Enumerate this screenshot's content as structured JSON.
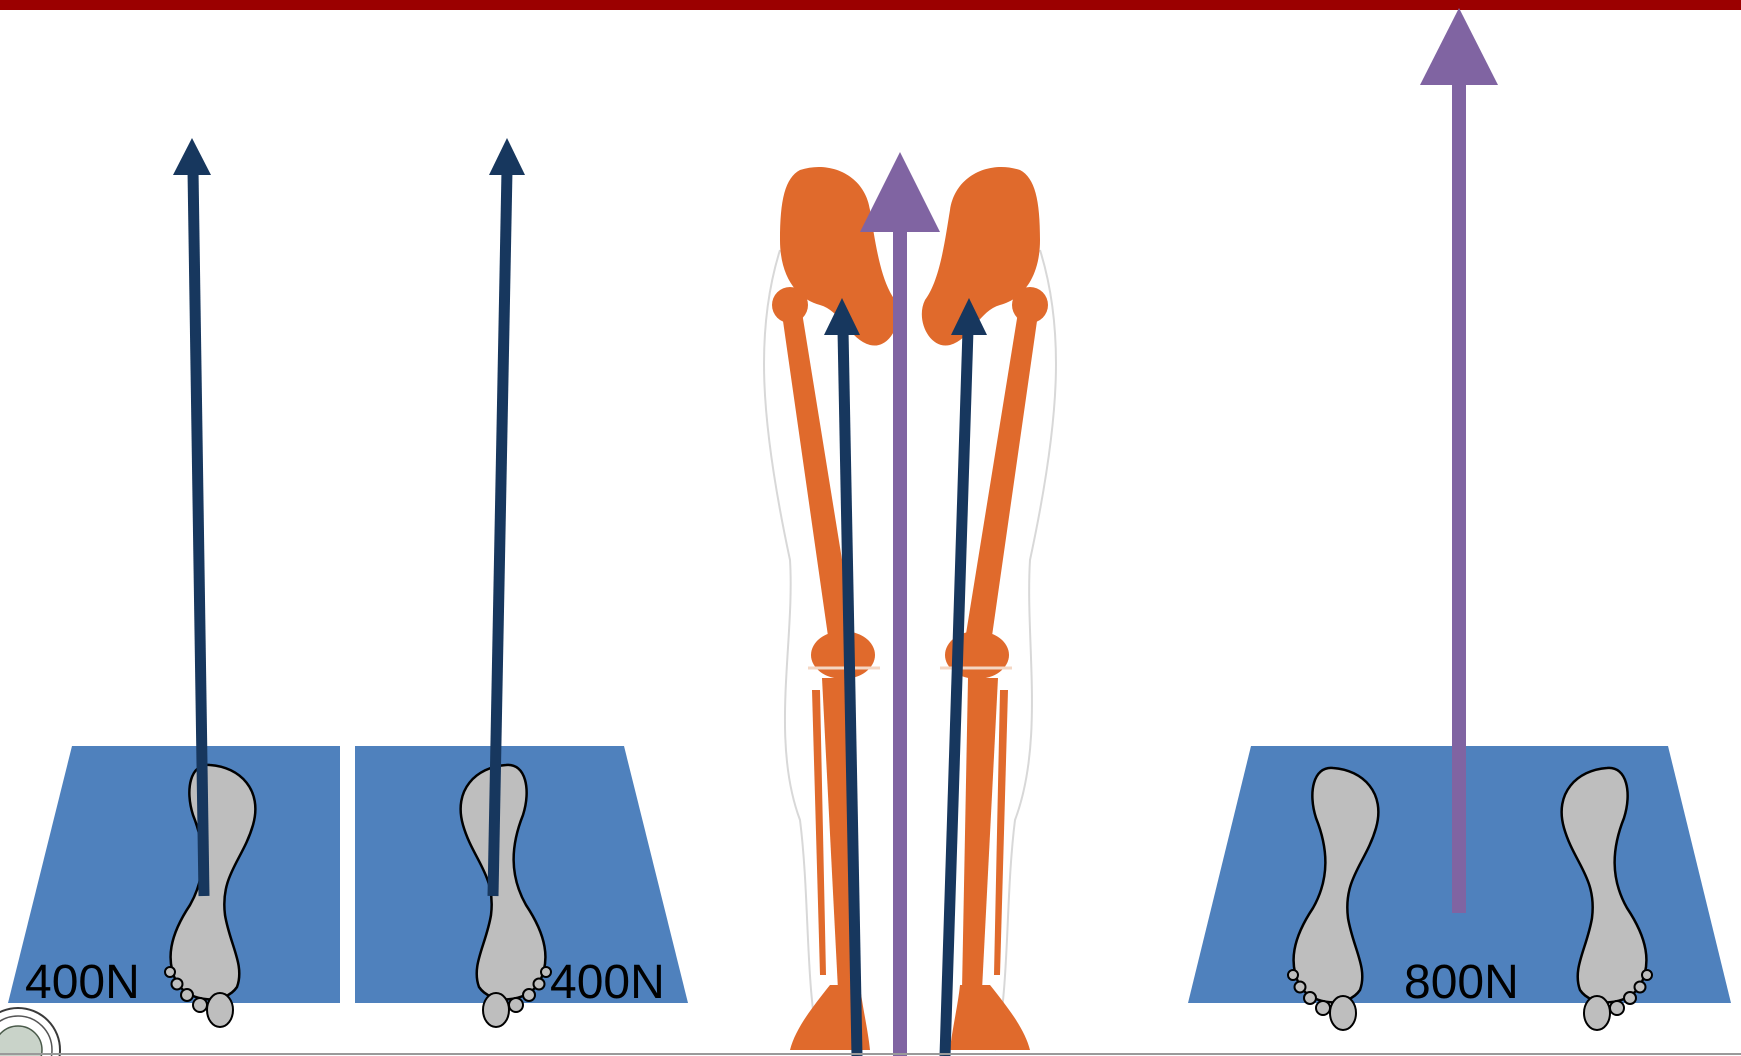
{
  "colors": {
    "top_bar": "#9b0000",
    "plate": "#4f81bd",
    "single_force_arrow": "#17375e",
    "resultant_force_arrow": "#8064a2",
    "foot_fill": "#bebebe",
    "bone": "#e06a2c"
  },
  "force_plates": {
    "left_plate": {
      "label": "400N"
    },
    "right_plate": {
      "label": "400N"
    },
    "double_plate": {
      "label": "800N"
    }
  },
  "icons": [
    "footprint-icon",
    "skeleton-legs-illustration",
    "force-arrow",
    "institution-seal-icon"
  ]
}
